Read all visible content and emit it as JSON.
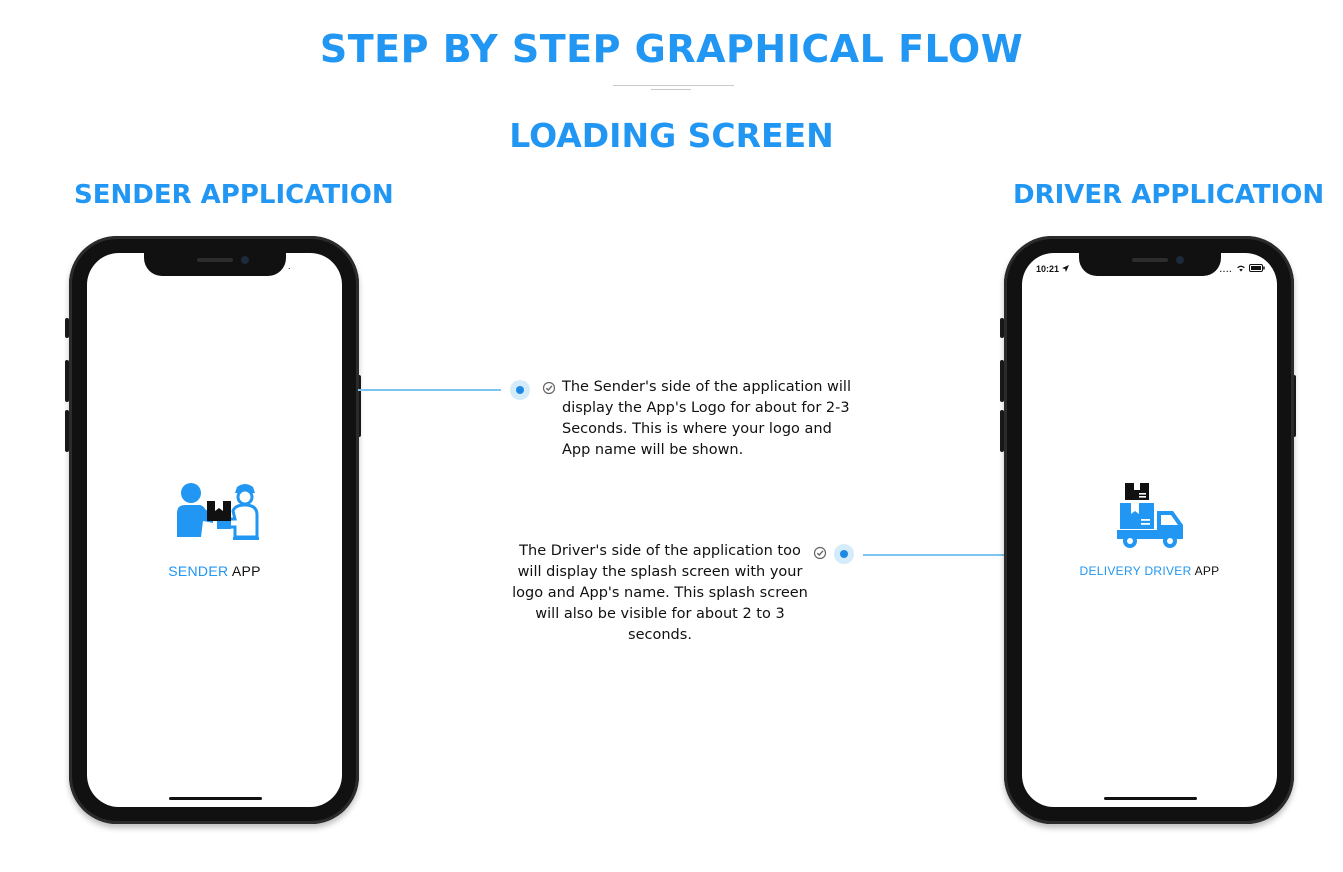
{
  "header": {
    "main_title": "STEP BY STEP GRAPHICAL FLOW",
    "section_title": "LOADING SCREEN"
  },
  "sender": {
    "heading": "SENDER APPLICATION",
    "app_label_part1": "SENDER",
    "app_label_part2": "APP",
    "status_dot": ".",
    "logo_icon": "courier-handover-icon"
  },
  "driver": {
    "heading": "DRIVER APPLICATION",
    "status_time": "10:21",
    "status_icons": "....",
    "app_label_part1": "DELIVERY DRIVER",
    "app_label_part2": "APP",
    "logo_icon": "delivery-truck-icon"
  },
  "descriptions": {
    "sender_text": "The Sender's side of the application will display the App's Logo for about for 2-3 Seconds. This is where your logo and App name will be shown.",
    "driver_text": "The Driver's side of the application too will display the splash screen with your logo and App's name. This splash screen will also be visible for about 2 to 3 seconds."
  },
  "colors": {
    "accent": "#2196f3",
    "connector": "#7cc5f0",
    "dot": "#1e88e5"
  }
}
